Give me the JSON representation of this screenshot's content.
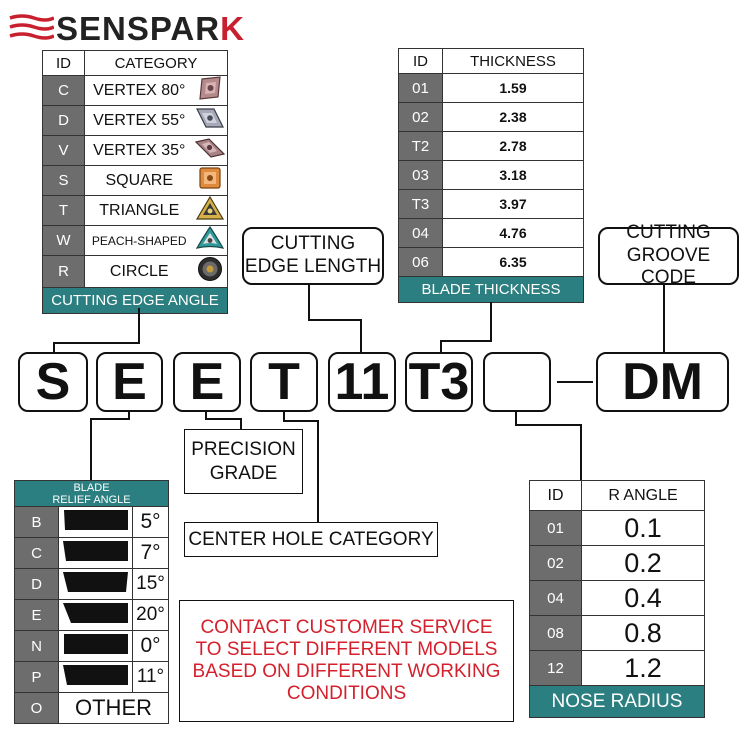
{
  "brand": {
    "name_main": "SENSPAR",
    "name_accent": "K",
    "accent_color": "#c8202f"
  },
  "category_table": {
    "headers": [
      "ID",
      "CATEGORY"
    ],
    "rows": [
      {
        "id": "C",
        "label": "VERTEX 80°",
        "icon": "insert-rhombic-80-icon"
      },
      {
        "id": "D",
        "label": "VERTEX 55°",
        "icon": "insert-rhombic-55-icon"
      },
      {
        "id": "V",
        "label": "VERTEX 35°",
        "icon": "insert-rhombic-35-icon"
      },
      {
        "id": "S",
        "label": "SQUARE",
        "icon": "insert-square-icon"
      },
      {
        "id": "T",
        "label": "TRIANGLE",
        "icon": "insert-triangle-icon"
      },
      {
        "id": "W",
        "label": "PEACH-SHAPED",
        "icon": "insert-trigon-icon"
      },
      {
        "id": "R",
        "label": "CIRCLE",
        "icon": "insert-round-icon"
      }
    ],
    "footer": "CUTTING EDGE ANGLE"
  },
  "thickness_table": {
    "headers": [
      "ID",
      "THICKNESS"
    ],
    "rows": [
      {
        "id": "01",
        "value": "1.59"
      },
      {
        "id": "02",
        "value": "2.38"
      },
      {
        "id": "T2",
        "value": "2.78"
      },
      {
        "id": "03",
        "value": "3.18"
      },
      {
        "id": "T3",
        "value": "3.97"
      },
      {
        "id": "04",
        "value": "4.76"
      },
      {
        "id": "06",
        "value": "6.35"
      }
    ],
    "footer": "BLADE THICKNESS"
  },
  "relief_table": {
    "header_line1": "BLADE",
    "header_line2": "RELIEF ANGLE",
    "rows": [
      {
        "id": "B",
        "angle": "5°"
      },
      {
        "id": "C",
        "angle": "7°"
      },
      {
        "id": "D",
        "angle": "15°"
      },
      {
        "id": "E",
        "angle": "20°"
      },
      {
        "id": "N",
        "angle": "0°"
      },
      {
        "id": "P",
        "angle": "11°"
      },
      {
        "id": "O",
        "angle": "OTHER"
      }
    ]
  },
  "nose_table": {
    "headers": [
      "ID",
      "R ANGLE"
    ],
    "rows": [
      {
        "id": "01",
        "value": "0.1"
      },
      {
        "id": "02",
        "value": "0.2"
      },
      {
        "id": "04",
        "value": "0.4"
      },
      {
        "id": "08",
        "value": "0.8"
      },
      {
        "id": "12",
        "value": "1.2"
      }
    ],
    "footer": "NOSE RADIUS"
  },
  "code": {
    "c1": "S",
    "c2": "E",
    "c3": "E",
    "c4": "T",
    "c5": "11",
    "c6": "T3",
    "c7": "",
    "dash": "—",
    "c8": "DM"
  },
  "labels": {
    "edge_length_l1": "CUTTING",
    "edge_length_l2": "EDGE LENGTH",
    "groove_l1": "CUTTING",
    "groove_l2": "GROOVE CODE",
    "precision_l1": "PRECISION",
    "precision_l2": "GRADE",
    "center_hole": "CENTER HOLE CATEGORY"
  },
  "contact": {
    "l1": "CONTACT CUSTOMER SERVICE",
    "l2": "TO SELECT DIFFERENT MODELS",
    "l3": "BASED ON DIFFERENT WORKING",
    "l4": "CONDITIONS",
    "color": "#d4212d"
  }
}
